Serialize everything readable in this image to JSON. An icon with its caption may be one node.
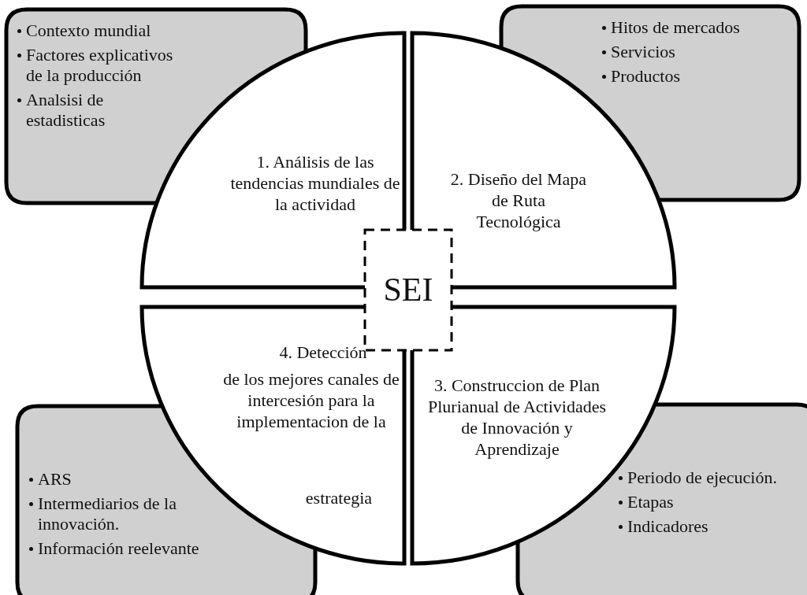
{
  "diagram": {
    "nodes": [
      {
        "text": [
          "Contexto mundial",
          "Factores explicativos de la producción",
          "Analsisi de estadisticas"
        ]
      },
      {
        "text": [
          "Hitos de mercados",
          "Servicios",
          "Productos"
        ]
      },
      {
        "text": [
          "1. Análisis de las tendencias mundiales de la actividad"
        ]
      },
      {
        "text": [
          "2. Diseño del Mapa de Ruta Tecnológica"
        ]
      },
      {
        "text": [
          "SEI"
        ]
      },
      {
        "text": [
          "4. Detección",
          "de los mejores canales de intercesión para la implementacion de la",
          "estrategia"
        ]
      },
      {
        "text": [
          "3. Construccion de Plan Plurianual de Actividades de Innovación y Aprendizaje"
        ]
      },
      {
        "text": [
          "ARS",
          "Intermediarios de la innovación.",
          "Información reelevante"
        ]
      },
      {
        "text": [
          "Periodo de ejecución.",
          "Etapas",
          "Indicadores"
        ]
      }
    ]
  }
}
